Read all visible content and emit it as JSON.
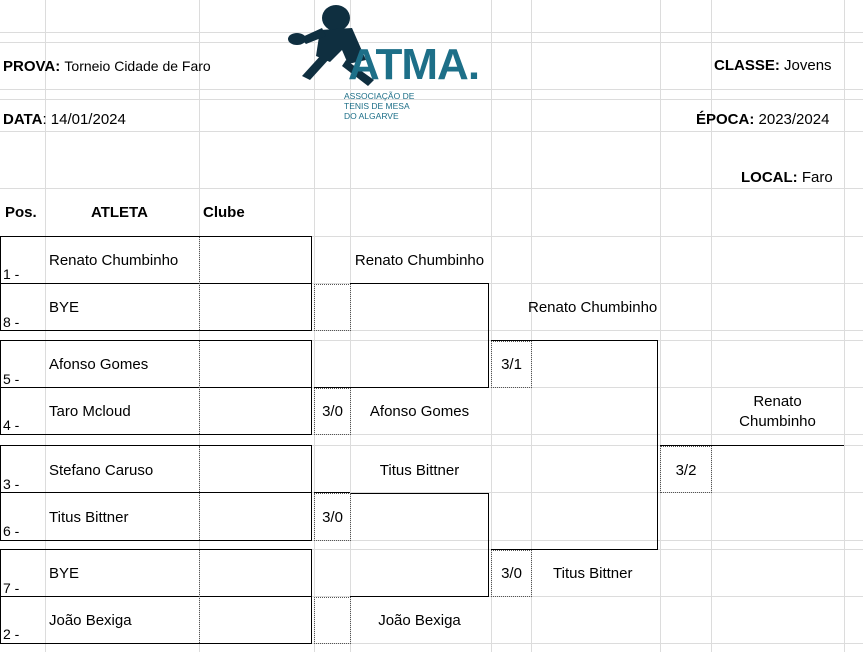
{
  "header": {
    "prova_label": "PROVA:",
    "prova_value": "Torneio Cidade de Faro",
    "classe_label": "CLASSE:",
    "classe_value": "Jovens",
    "data_label": "DATA",
    "data_value": ": 14/01/2024",
    "epoca_label": "ÉPOCA:",
    "epoca_value": "2023/2024",
    "local_label": "LOCAL:",
    "local_value": "Faro"
  },
  "logo": {
    "text": "ATMA",
    "dot": ".",
    "sub1": "ASSOCIAÇÃO DE",
    "sub2": "TENIS DE MESA",
    "sub3": "DO ALGARVE",
    "color": "#1d6f88",
    "dark": "#0f2f40"
  },
  "columns": {
    "pos": "Pos.",
    "atleta": "ATLETA",
    "clube": "Clube"
  },
  "entries": [
    {
      "pos": "1 -",
      "name": "Renato Chumbinho"
    },
    {
      "pos": "8 -",
      "name": "BYE"
    },
    {
      "pos": "5 -",
      "name": "Afonso Gomes"
    },
    {
      "pos": "4 -",
      "name": "Taro Mcloud"
    },
    {
      "pos": "3 -",
      "name": "Stefano Caruso"
    },
    {
      "pos": "6 -",
      "name": "Titus Bittner"
    },
    {
      "pos": "7 -",
      "name": "BYE"
    },
    {
      "pos": "2 -",
      "name": "João Bexiga"
    }
  ],
  "round1": {
    "winners": [
      "Renato Chumbinho",
      "Afonso Gomes",
      "Titus Bittner",
      "João Bexiga"
    ],
    "scores": [
      "3/0",
      "3/0"
    ]
  },
  "round2": {
    "winners": [
      "Renato Chumbinho",
      "Titus Bittner"
    ],
    "scores": [
      "3/1",
      "3/0"
    ]
  },
  "final": {
    "winner_line1": "Renato",
    "winner_line2": "Chumbinho",
    "score": "3/2"
  }
}
